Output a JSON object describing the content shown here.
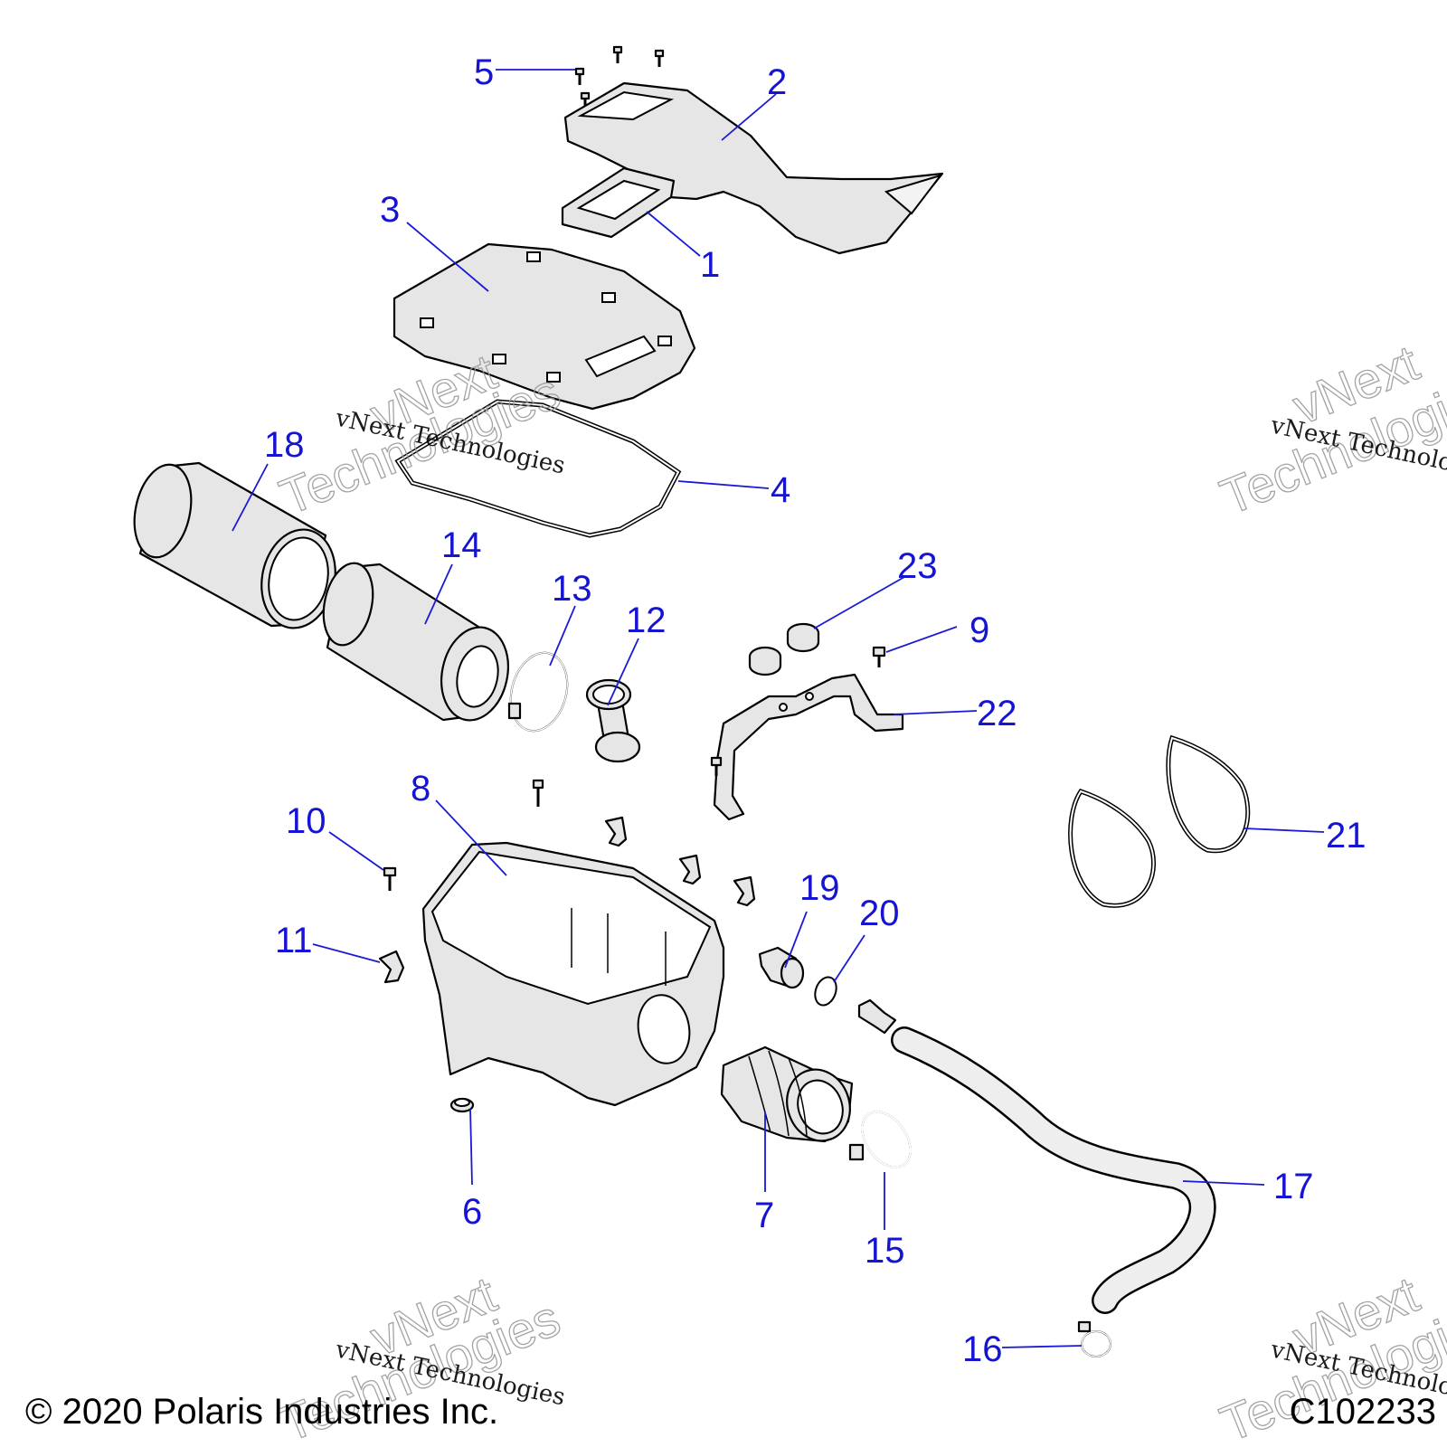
{
  "callouts": [
    {
      "id": "1",
      "label": "1"
    },
    {
      "id": "2",
      "label": "2"
    },
    {
      "id": "3",
      "label": "3"
    },
    {
      "id": "4",
      "label": "4"
    },
    {
      "id": "5",
      "label": "5"
    },
    {
      "id": "6",
      "label": "6"
    },
    {
      "id": "7",
      "label": "7"
    },
    {
      "id": "8",
      "label": "8"
    },
    {
      "id": "9",
      "label": "9"
    },
    {
      "id": "10",
      "label": "10"
    },
    {
      "id": "11",
      "label": "11"
    },
    {
      "id": "12",
      "label": "12"
    },
    {
      "id": "13",
      "label": "13"
    },
    {
      "id": "14",
      "label": "14"
    },
    {
      "id": "15",
      "label": "15"
    },
    {
      "id": "16",
      "label": "16"
    },
    {
      "id": "17",
      "label": "17"
    },
    {
      "id": "18",
      "label": "18"
    },
    {
      "id": "19",
      "label": "19"
    },
    {
      "id": "20",
      "label": "20"
    },
    {
      "id": "21",
      "label": "21"
    },
    {
      "id": "22",
      "label": "22"
    },
    {
      "id": "23",
      "label": "23"
    }
  ],
  "watermark": {
    "company": "vNext Technologies",
    "line1": "vNext",
    "line2": "Technologies"
  },
  "copyright": "© 2020 Polaris Industries Inc.",
  "drawing_number": "C102233",
  "colors": {
    "callout": "#1414d2",
    "line_art": "#000000",
    "part_fill": "#e6e6e6",
    "watermark_outline": "#999999"
  }
}
